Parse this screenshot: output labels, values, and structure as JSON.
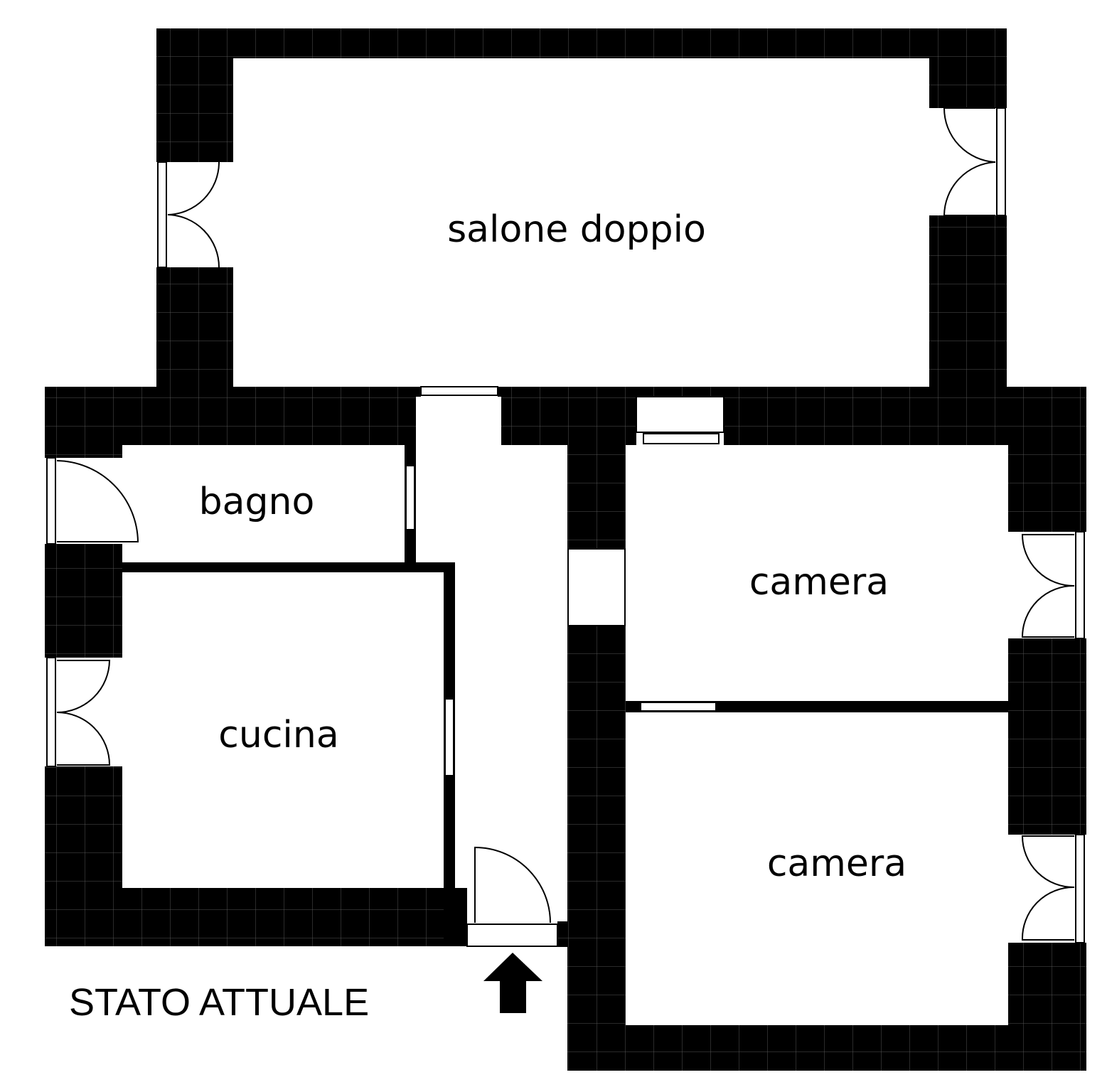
{
  "plan": {
    "caption": "STATO ATTUALE",
    "rooms": {
      "salone": "salone doppio",
      "bagno": "bagno",
      "cucina": "cucina",
      "camera_1": "camera",
      "camera_2": "camera"
    },
    "entrance_icon": "arrow-up-icon",
    "colors": {
      "wall": "#000000",
      "background": "#ffffff"
    }
  }
}
